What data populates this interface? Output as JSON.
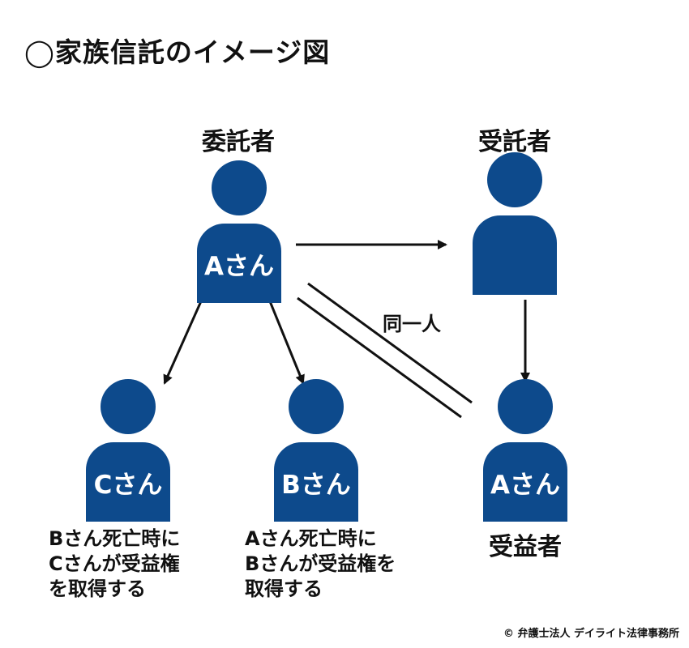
{
  "title": "◯家族信託のイメージ図",
  "colors": {
    "person": "#0d4a8c",
    "line": "#111111"
  },
  "roles": {
    "settlor": "委託者",
    "trustee": "受託者",
    "beneficiary": "受益者"
  },
  "persons": {
    "settlor": "Aさん",
    "trustee": "",
    "child_c": "Cさん",
    "child_b": "Bさん",
    "beneficiary": "Aさん"
  },
  "same_person_label": "同一人",
  "notes": {
    "child_c": [
      "Bさん死亡時に",
      "Cさんが受益権",
      "を取得する"
    ],
    "child_b": [
      "Aさん死亡時に",
      "Bさんが受益権を",
      "取得する"
    ]
  },
  "credit": "© 弁護士法人 デイライト法律事務所"
}
